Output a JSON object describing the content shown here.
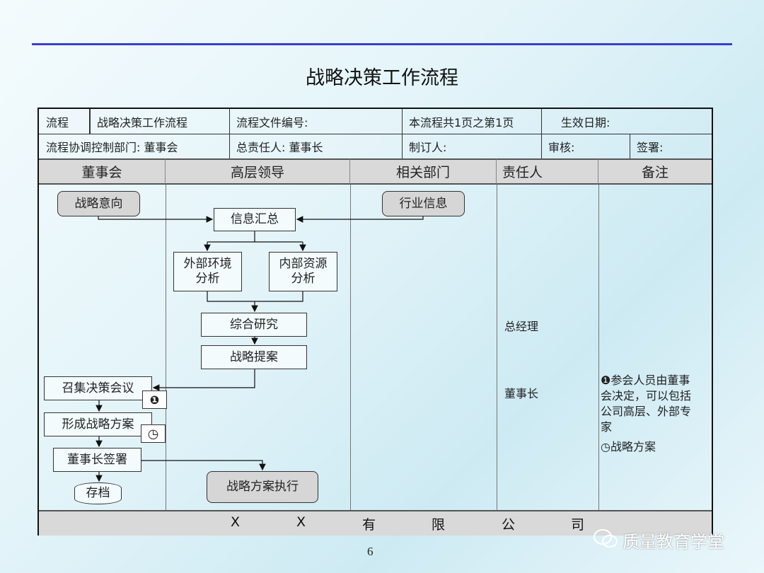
{
  "title": "战略决策工作流程",
  "header": {
    "r1": [
      "流程",
      "战略决策工作流程",
      "流程文件编号:",
      "本流程共1页之第1页",
      "生效日期:"
    ],
    "r2": [
      "流程协调控制部门:  董事会",
      "总责任人:  董事长",
      "制订人:",
      "审核:",
      "签署:"
    ]
  },
  "lanes": [
    "董事会",
    "高层领导",
    "相关部门",
    "责任人",
    "备注"
  ],
  "nodes": {
    "intent": "战略意向",
    "industry": "行业信息",
    "summary": "信息汇总",
    "external": "外部环境分析",
    "internal": "内部资源分析",
    "research": "综合研究",
    "proposal": "战略提案",
    "meeting": "召集决策会议",
    "plan": "形成战略方案",
    "sign": "董事长签署",
    "archive": "存档",
    "execute": "战略方案执行"
  },
  "responsible": [
    "总经理",
    "董事长"
  ],
  "notes": {
    "note1": "❶参会人员由董事会决定，可以包括公司高层、外部专家",
    "note2": "◷战略方案"
  },
  "doc_icons": [
    "❶",
    "◷"
  ],
  "footer": [
    "X",
    "X",
    "有",
    "限",
    "公",
    "司"
  ],
  "page_number": "6",
  "watermark": "质量教育学堂"
}
